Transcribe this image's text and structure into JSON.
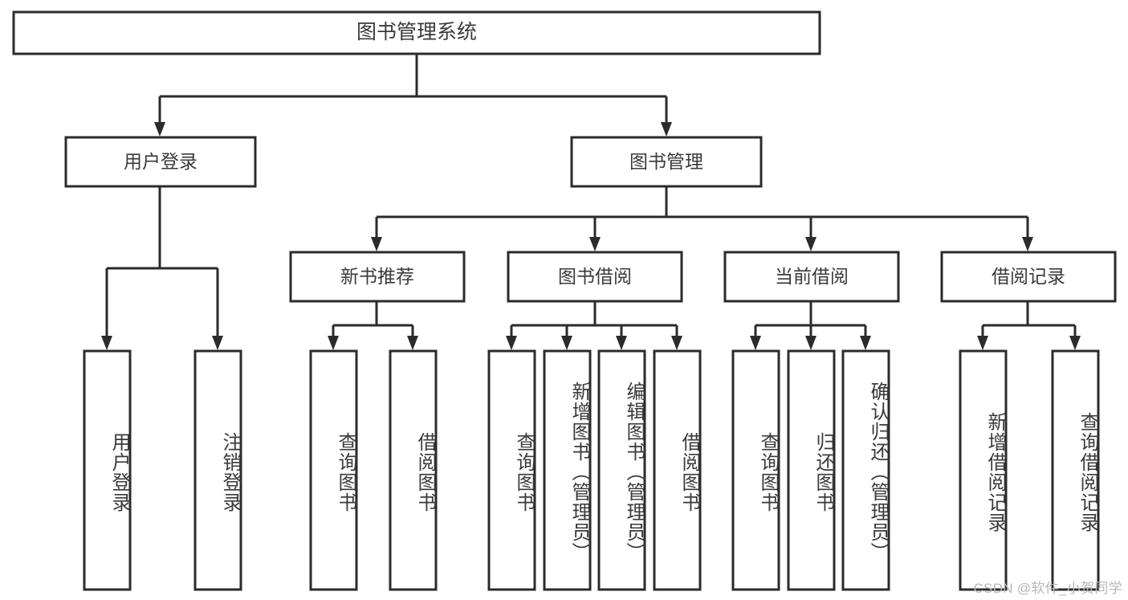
{
  "diagram": {
    "title": "图书管理系统",
    "type": "tree-hierarchy",
    "watermark": "CSDN @软件_小贺同学",
    "colors": {
      "stroke": "#2b2b2b",
      "fill": "#ffffff",
      "text": "#3a3a3a",
      "watermark": "#b7b7b7",
      "background": "#ffffff"
    },
    "levels": {
      "root": {
        "label": "图书管理系统"
      },
      "level2": [
        {
          "label": "用户登录"
        },
        {
          "label": "图书管理"
        }
      ],
      "level3": [
        {
          "label": "新书推荐"
        },
        {
          "label": "图书借阅"
        },
        {
          "label": "当前借阅"
        },
        {
          "label": "借阅记录"
        }
      ]
    },
    "leaves": {
      "user_login": [
        {
          "label": "用户登录"
        },
        {
          "label": "注销登录"
        }
      ],
      "new_book_recommend": [
        {
          "label": "查询图书"
        },
        {
          "label": "借阅图书"
        }
      ],
      "book_borrow": [
        {
          "label": "查询图书"
        },
        {
          "label": "新增图书（管理员）"
        },
        {
          "label": "编辑图书（管理员）"
        },
        {
          "label": "借阅图书"
        }
      ],
      "current_borrow": [
        {
          "label": "查询图书"
        },
        {
          "label": "归还图书"
        },
        {
          "label": "确认归还（管理员）"
        }
      ],
      "borrow_record": [
        {
          "label": "新增借阅记录"
        },
        {
          "label": "查询借阅记录"
        }
      ]
    }
  }
}
